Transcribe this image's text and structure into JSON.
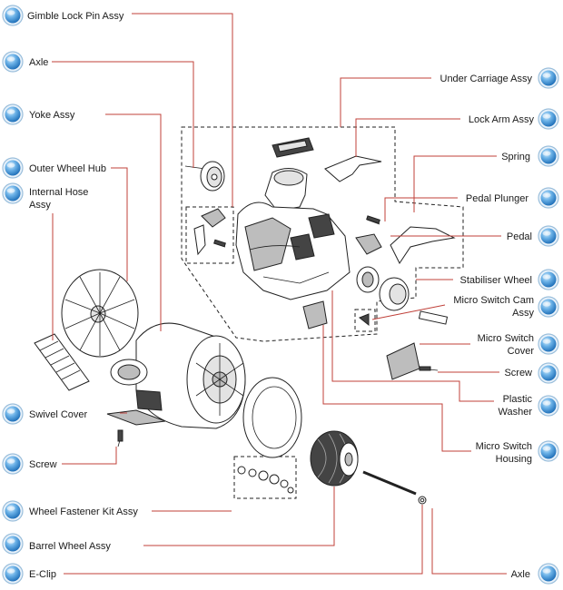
{
  "labels": {
    "gimble_lock_pin_assy": "Gimble Lock Pin Assy",
    "axle_top": "Axle",
    "yoke_assy": "Yoke Assy",
    "outer_wheel_hub": "Outer Wheel Hub",
    "internal_hose_line1": "Internal Hose",
    "internal_hose_line2": "Assy",
    "swivel_cover": "Swivel Cover",
    "screw_left": "Screw",
    "wheel_fastener_kit_assy": "Wheel Fastener Kit Assy",
    "barrel_wheel_assy": "Barrel Wheel Assy",
    "e_clip": "E-Clip",
    "under_carriage_assy": "Under Carriage Assy",
    "lock_arm_assy": "Lock Arm Assy",
    "spring": "Spring",
    "pedal_plunger": "Pedal Plunger",
    "pedal": "Pedal",
    "stabiliser_wheel": "Stabiliser Wheel",
    "micro_switch_cam_line1": "Micro Switch Cam",
    "micro_switch_cam_line2": "Assy",
    "micro_switch_cover_line1": "Micro Switch",
    "micro_switch_cover_line2": "Cover",
    "screw_right": "Screw",
    "plastic_washer_line1": "Plastic",
    "plastic_washer_line2": "Washer",
    "micro_switch_housing_line1": "Micro Switch",
    "micro_switch_housing_line2": "Housing",
    "axle_bottom": "Axle"
  },
  "colors": {
    "leader_line": "#c0413a",
    "bullet_fill": "#3d8fd6",
    "bullet_highlight": "#cfe6f8",
    "bullet_ring": "#8fb8d8"
  }
}
